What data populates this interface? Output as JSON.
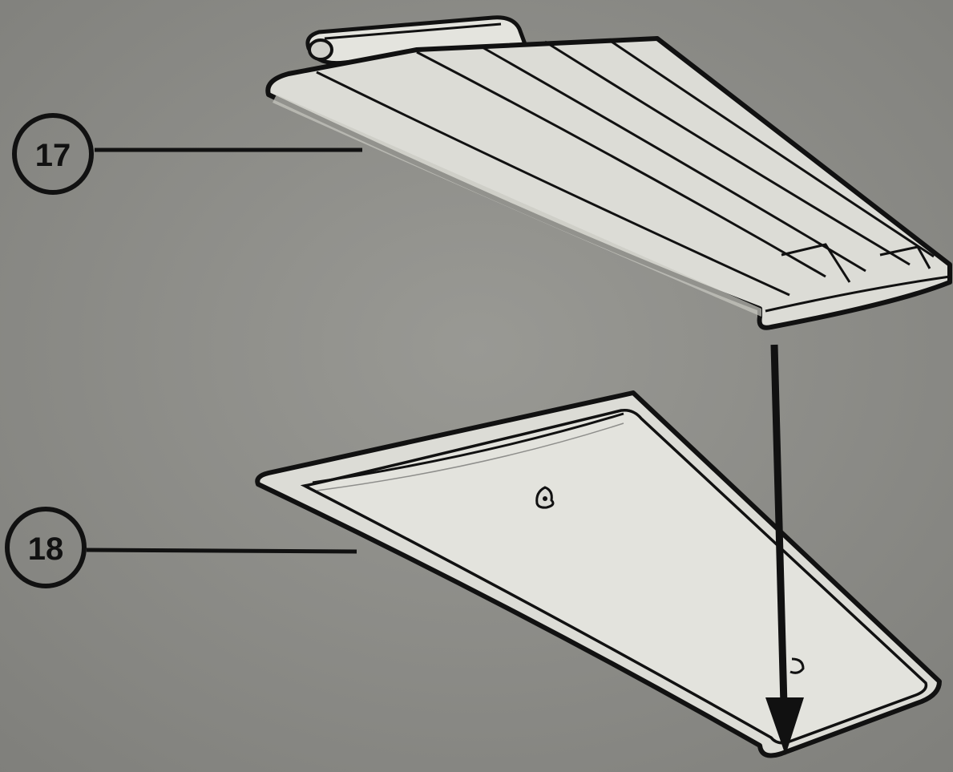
{
  "callouts": [
    {
      "id": "part-17",
      "label": "17"
    },
    {
      "id": "part-18",
      "label": "18"
    }
  ],
  "colors": {
    "background": "#8d8d89",
    "part_fill": "#dcdcd6",
    "part_shade": "#c9c9c2",
    "ink": "#111111"
  }
}
